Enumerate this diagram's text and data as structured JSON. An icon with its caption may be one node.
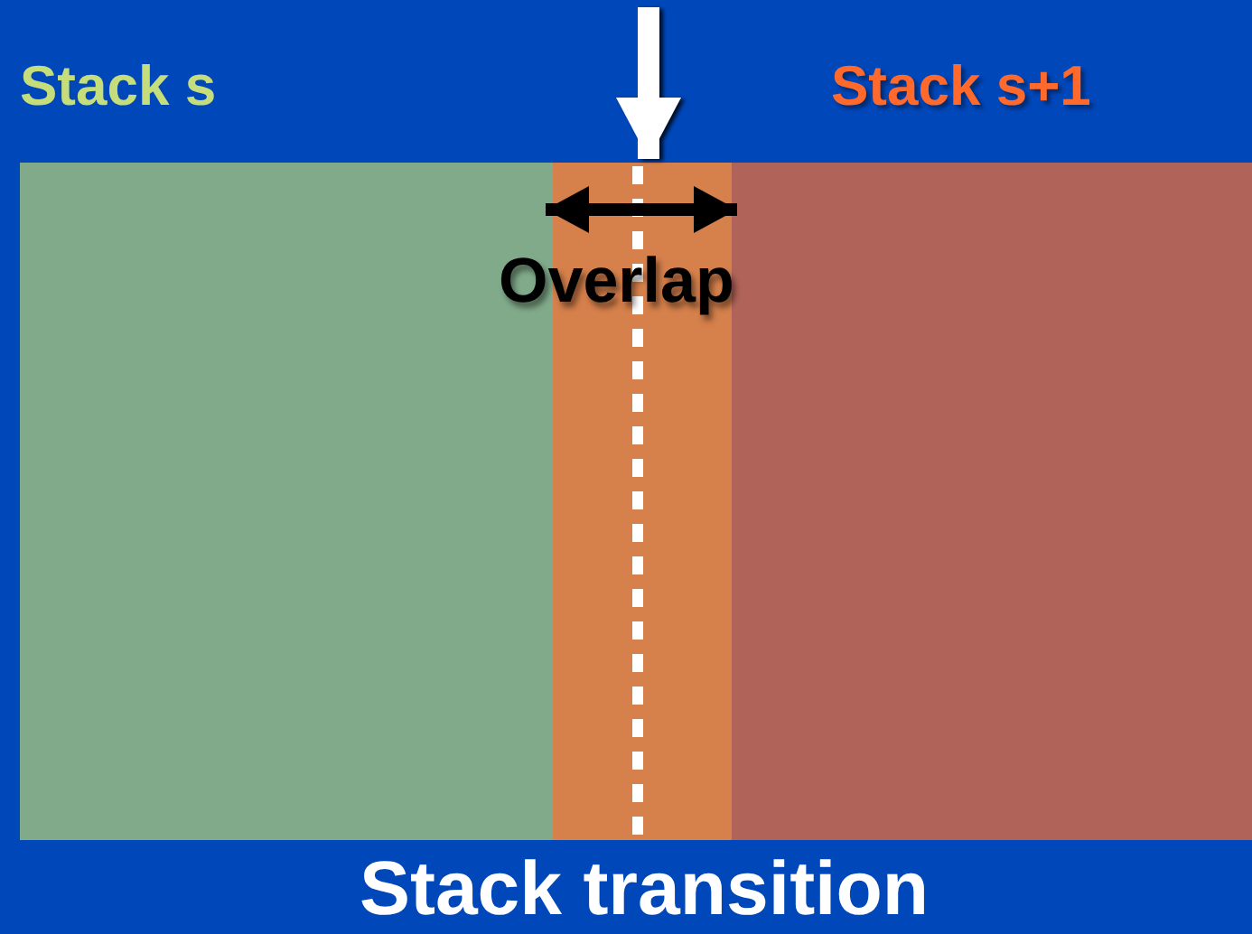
{
  "diagram": {
    "caption": "Stack transition",
    "nodes": [
      {
        "text": [
          "Stack s"
        ]
      },
      {
        "text": [
          "Overlap"
        ]
      },
      {
        "text": [
          "Stack s+1"
        ]
      }
    ],
    "edges": [
      {
        "from": null,
        "to": 1,
        "arrow": "to"
      }
    ]
  }
}
